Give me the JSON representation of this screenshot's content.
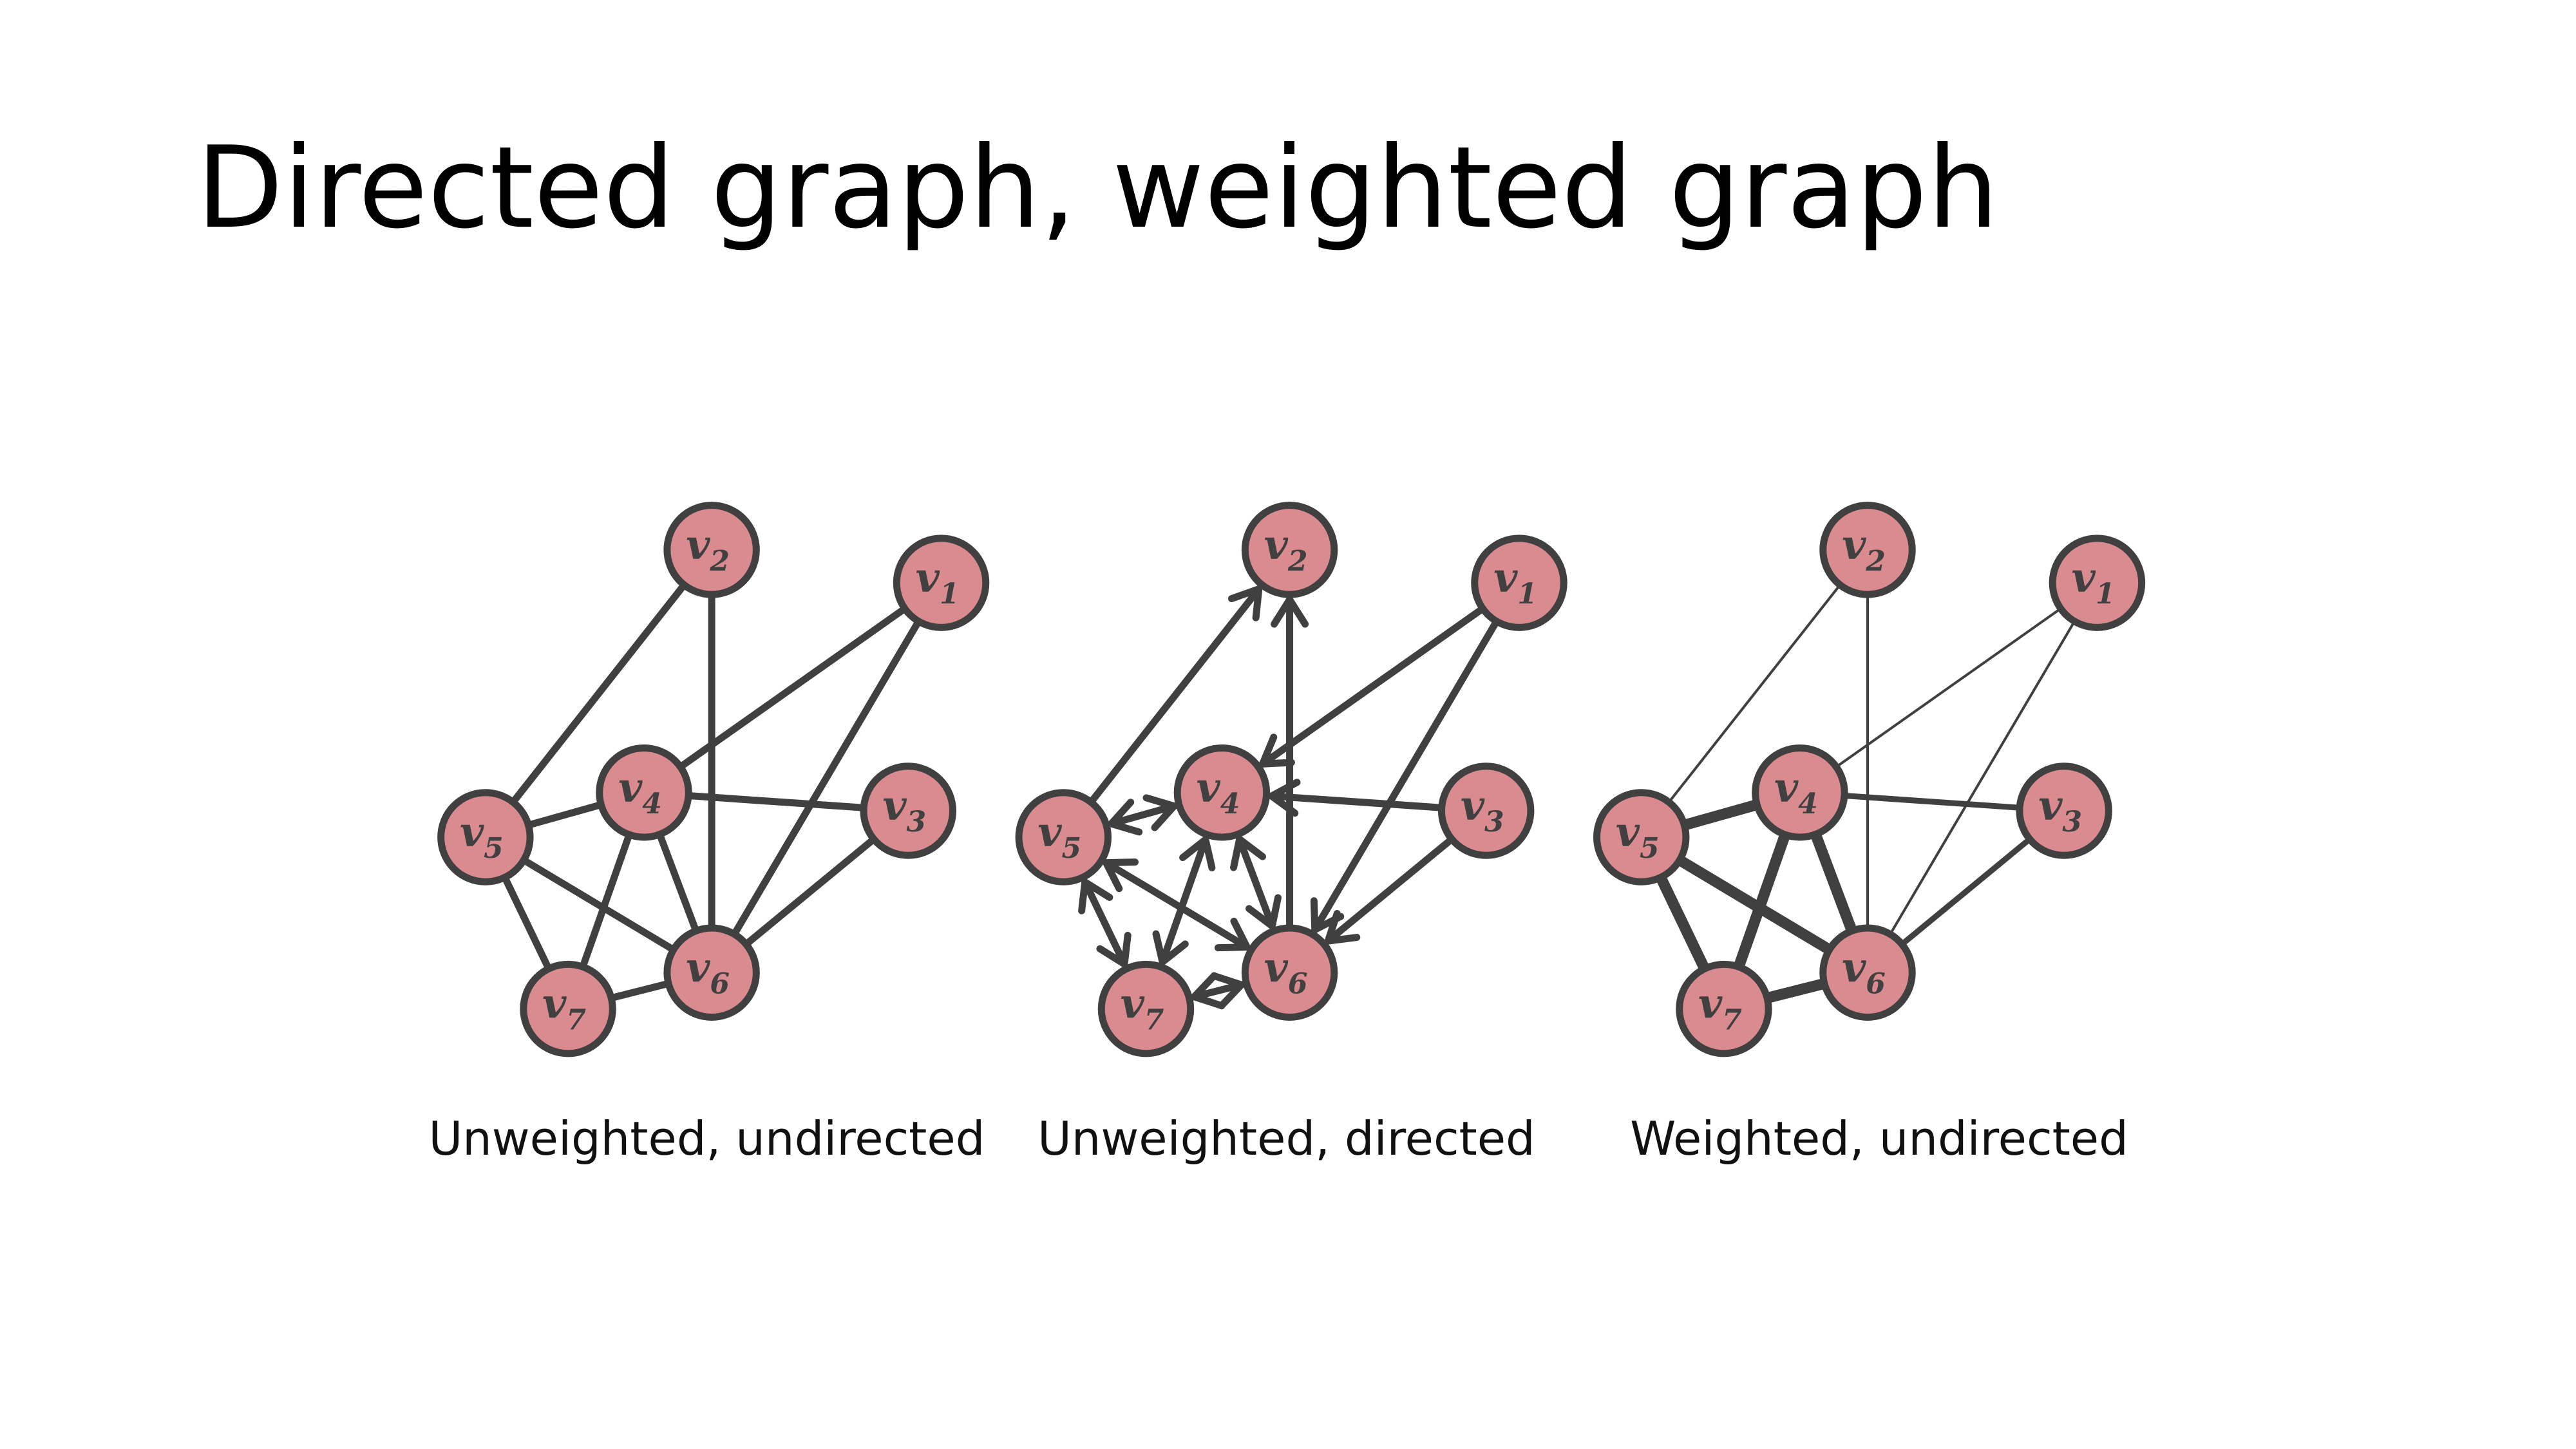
{
  "slide": {
    "title": "Directed graph, weighted graph"
  },
  "colors": {
    "node_fill": "#d98b8f",
    "stroke": "#404040",
    "background": "#ffffff"
  },
  "nodes": [
    {
      "id": "v1",
      "base": "v",
      "sub": "1"
    },
    {
      "id": "v2",
      "base": "v",
      "sub": "2"
    },
    {
      "id": "v3",
      "base": "v",
      "sub": "3"
    },
    {
      "id": "v4",
      "base": "v",
      "sub": "4"
    },
    {
      "id": "v5",
      "base": "v",
      "sub": "5"
    },
    {
      "id": "v6",
      "base": "v",
      "sub": "6"
    },
    {
      "id": "v7",
      "base": "v",
      "sub": "7"
    }
  ],
  "graphs": [
    {
      "caption": "Unweighted, undirected",
      "directed": false,
      "weighted": false,
      "edges": [
        {
          "from": "v2",
          "to": "v5"
        },
        {
          "from": "v2",
          "to": "v6"
        },
        {
          "from": "v1",
          "to": "v4"
        },
        {
          "from": "v1",
          "to": "v6"
        },
        {
          "from": "v3",
          "to": "v4"
        },
        {
          "from": "v3",
          "to": "v6"
        },
        {
          "from": "v4",
          "to": "v5"
        },
        {
          "from": "v4",
          "to": "v6"
        },
        {
          "from": "v4",
          "to": "v7"
        },
        {
          "from": "v5",
          "to": "v6"
        },
        {
          "from": "v5",
          "to": "v7"
        },
        {
          "from": "v6",
          "to": "v7"
        }
      ]
    },
    {
      "caption": "Unweighted, directed",
      "directed": true,
      "weighted": false,
      "edges": [
        {
          "from": "v5",
          "to": "v2",
          "arrow_end": true
        },
        {
          "from": "v6",
          "to": "v2",
          "arrow_end": true
        },
        {
          "from": "v1",
          "to": "v4",
          "arrow_end": true
        },
        {
          "from": "v1",
          "to": "v6",
          "arrow_end": true
        },
        {
          "from": "v3",
          "to": "v4",
          "arrow_end": true
        },
        {
          "from": "v3",
          "to": "v6",
          "arrow_end": true
        },
        {
          "from": "v4",
          "to": "v5",
          "arrow_start": true,
          "arrow_end": true
        },
        {
          "from": "v4",
          "to": "v6",
          "arrow_start": true,
          "arrow_end": true
        },
        {
          "from": "v4",
          "to": "v7",
          "arrow_start": true,
          "arrow_end": true
        },
        {
          "from": "v5",
          "to": "v6",
          "arrow_start": true,
          "arrow_end": true
        },
        {
          "from": "v5",
          "to": "v7",
          "arrow_start": true,
          "arrow_end": true
        },
        {
          "from": "v6",
          "to": "v7",
          "arrow_start": true,
          "arrow_end": true
        }
      ]
    },
    {
      "caption": "Weighted, undirected",
      "directed": false,
      "weighted": true,
      "edges": [
        {
          "from": "v2",
          "to": "v5",
          "weight": "light"
        },
        {
          "from": "v2",
          "to": "v6",
          "weight": "light"
        },
        {
          "from": "v1",
          "to": "v4",
          "weight": "light"
        },
        {
          "from": "v1",
          "to": "v6",
          "weight": "light"
        },
        {
          "from": "v3",
          "to": "v4",
          "weight": "medium"
        },
        {
          "from": "v3",
          "to": "v6",
          "weight": "medium"
        },
        {
          "from": "v4",
          "to": "v5",
          "weight": "heavy"
        },
        {
          "from": "v4",
          "to": "v6",
          "weight": "heavy"
        },
        {
          "from": "v4",
          "to": "v7",
          "weight": "heavy"
        },
        {
          "from": "v5",
          "to": "v6",
          "weight": "heavy"
        },
        {
          "from": "v5",
          "to": "v7",
          "weight": "heavy"
        },
        {
          "from": "v6",
          "to": "v7",
          "weight": "heavy"
        }
      ]
    }
  ]
}
